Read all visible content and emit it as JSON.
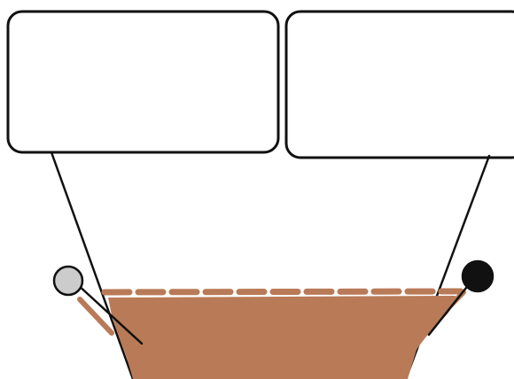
{
  "diagram": {
    "text_boxes": [
      {
        "label": ""
      },
      {
        "label": ""
      }
    ],
    "figure": "pit-with-two-levers",
    "lever_knobs": [
      {
        "side": "left",
        "color": "#cccccc"
      },
      {
        "side": "right",
        "color": "#111111"
      }
    ],
    "colors": {
      "dirt": "#b97a57",
      "outline": "#111111",
      "background": "#ffffff"
    }
  }
}
